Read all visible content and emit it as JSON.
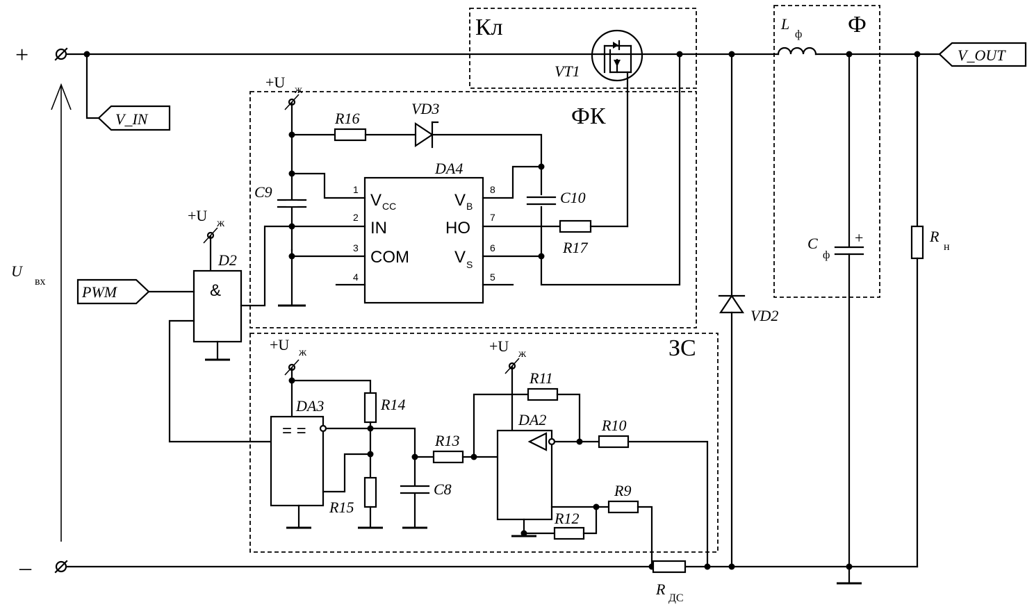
{
  "terminals": {
    "plus": "+",
    "minus": "–",
    "u_in": "U",
    "u_in_sub": "вх"
  },
  "ports": {
    "v_in": "V_IN",
    "v_out": "V_OUT",
    "pwm": "PWM"
  },
  "blocks": {
    "kl": "Кл",
    "fk": "ФК",
    "zs": "ЗС",
    "f": "Ф"
  },
  "supply": {
    "label": "+U",
    "sub": "ж"
  },
  "components": {
    "vt1": "VT1",
    "vd3": "VD3",
    "r16": "R16",
    "c9": "C9",
    "c10": "C10",
    "da4": "DA4",
    "r17": "R17",
    "d2": "D2",
    "and_sym": "&",
    "da3": "DA3",
    "da3_sym": "= =",
    "r14": "R14",
    "r15": "R15",
    "r13": "R13",
    "c8": "C8",
    "da2": "DA2",
    "r11": "R11",
    "r10": "R10",
    "r9": "R9",
    "r12": "R12",
    "vd2": "VD2",
    "l_f": "L",
    "l_f_sub": "ф",
    "c_f": "C",
    "c_f_sub": "ф",
    "c_f_pol": "+",
    "r_n": "R",
    "r_n_sub": "н",
    "r_ds": "R",
    "r_ds_sub": "ДС"
  },
  "ic_pins": {
    "vcc": "V",
    "vcc_sub": "CC",
    "in": "IN",
    "com": "COM",
    "vb": "V",
    "vb_sub": "B",
    "ho": "HO",
    "vs": "V",
    "vs_sub": "S",
    "n1": "1",
    "n2": "2",
    "n3": "3",
    "n4": "4",
    "n5": "5",
    "n6": "6",
    "n7": "7",
    "n8": "8"
  }
}
